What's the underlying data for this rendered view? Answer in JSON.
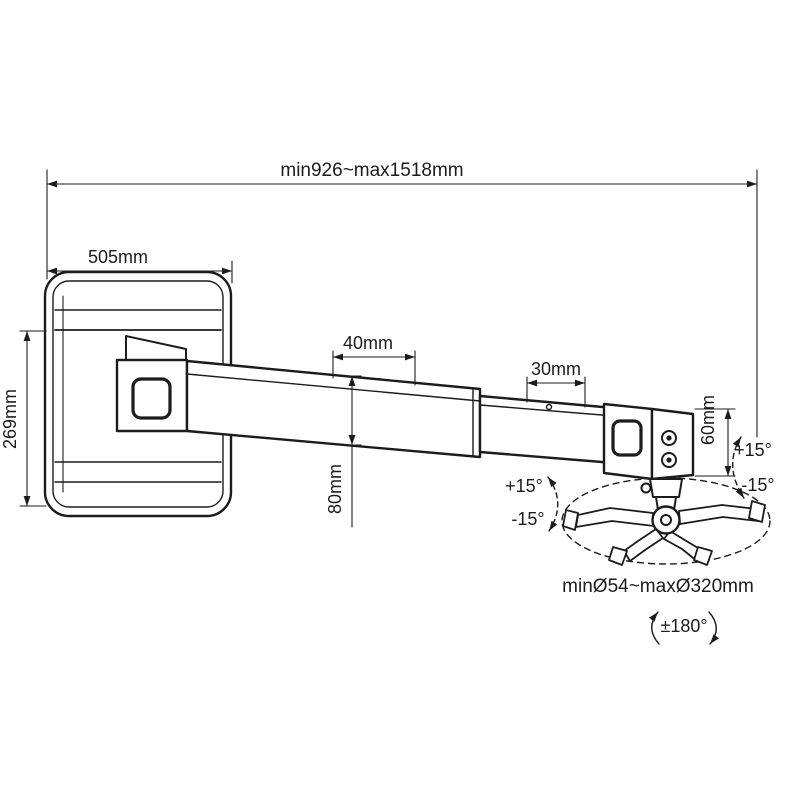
{
  "drawing": {
    "background": "#ffffff",
    "ink": "#1c1c1c",
    "dimensions": {
      "total_extension": "min926~max1518mm",
      "plate_width": "505mm",
      "plate_height": "269mm",
      "outer_tube_width": "40mm",
      "inner_tube_width": "30mm",
      "head_height": "60mm",
      "arm_height": "80mm",
      "mount_spider_diameter": "minØ54~maxØ320mm"
    },
    "adjustments": {
      "tilt_right_up": "+15°",
      "tilt_right_down": "-15°",
      "tilt_left_up": "+15°",
      "tilt_left_down": "-15°",
      "rotation": "±180°"
    }
  }
}
